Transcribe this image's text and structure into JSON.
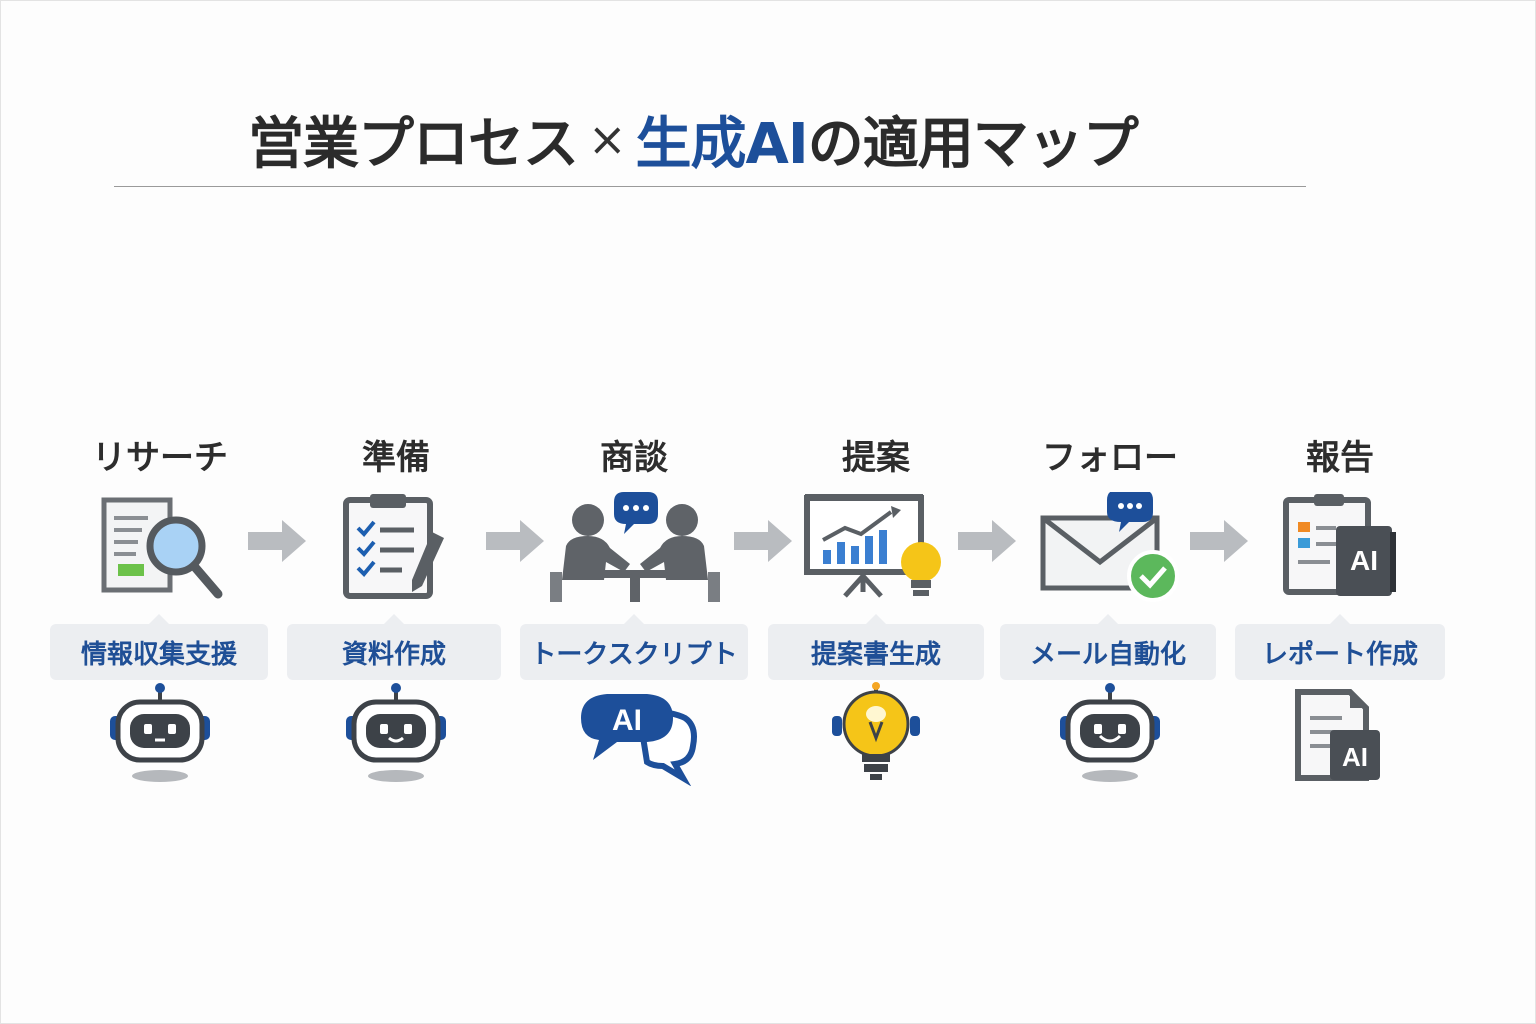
{
  "title": {
    "part1": "営業プロセス",
    "times": "×",
    "highlight": "生成AI",
    "part2": "の適用マップ"
  },
  "colors": {
    "accent_blue": "#1d4f9a",
    "icon_gray": "#5f6368",
    "arrow_gray": "#b9bcc0",
    "chip_bg": "#eceef1",
    "green": "#5cb85c",
    "yellow": "#f5c518"
  },
  "stages": [
    {
      "title": "リサーチ",
      "icon": "magnifier-document-icon",
      "ai_label": "情報収集支援",
      "ai_icon": "robot-icon"
    },
    {
      "title": "準備",
      "icon": "clipboard-checklist-icon",
      "ai_label": "資料作成",
      "ai_icon": "robot-icon"
    },
    {
      "title": "商談",
      "icon": "meeting-chat-icon",
      "ai_label": "トークスクリプト",
      "ai_icon": "ai-chat-bubble-icon",
      "ai_text": "AI"
    },
    {
      "title": "提案",
      "icon": "presentation-board-icon",
      "ai_label": "提案書生成",
      "ai_icon": "lightbulb-icon"
    },
    {
      "title": "フォロー",
      "icon": "mail-check-icon",
      "ai_label": "メール自動化",
      "ai_icon": "robot-smile-icon"
    },
    {
      "title": "報告",
      "icon": "report-ai-icon",
      "icon_text": "AI",
      "ai_label": "レポート作成",
      "ai_icon": "document-ai-icon",
      "ai_text": "AI"
    }
  ]
}
